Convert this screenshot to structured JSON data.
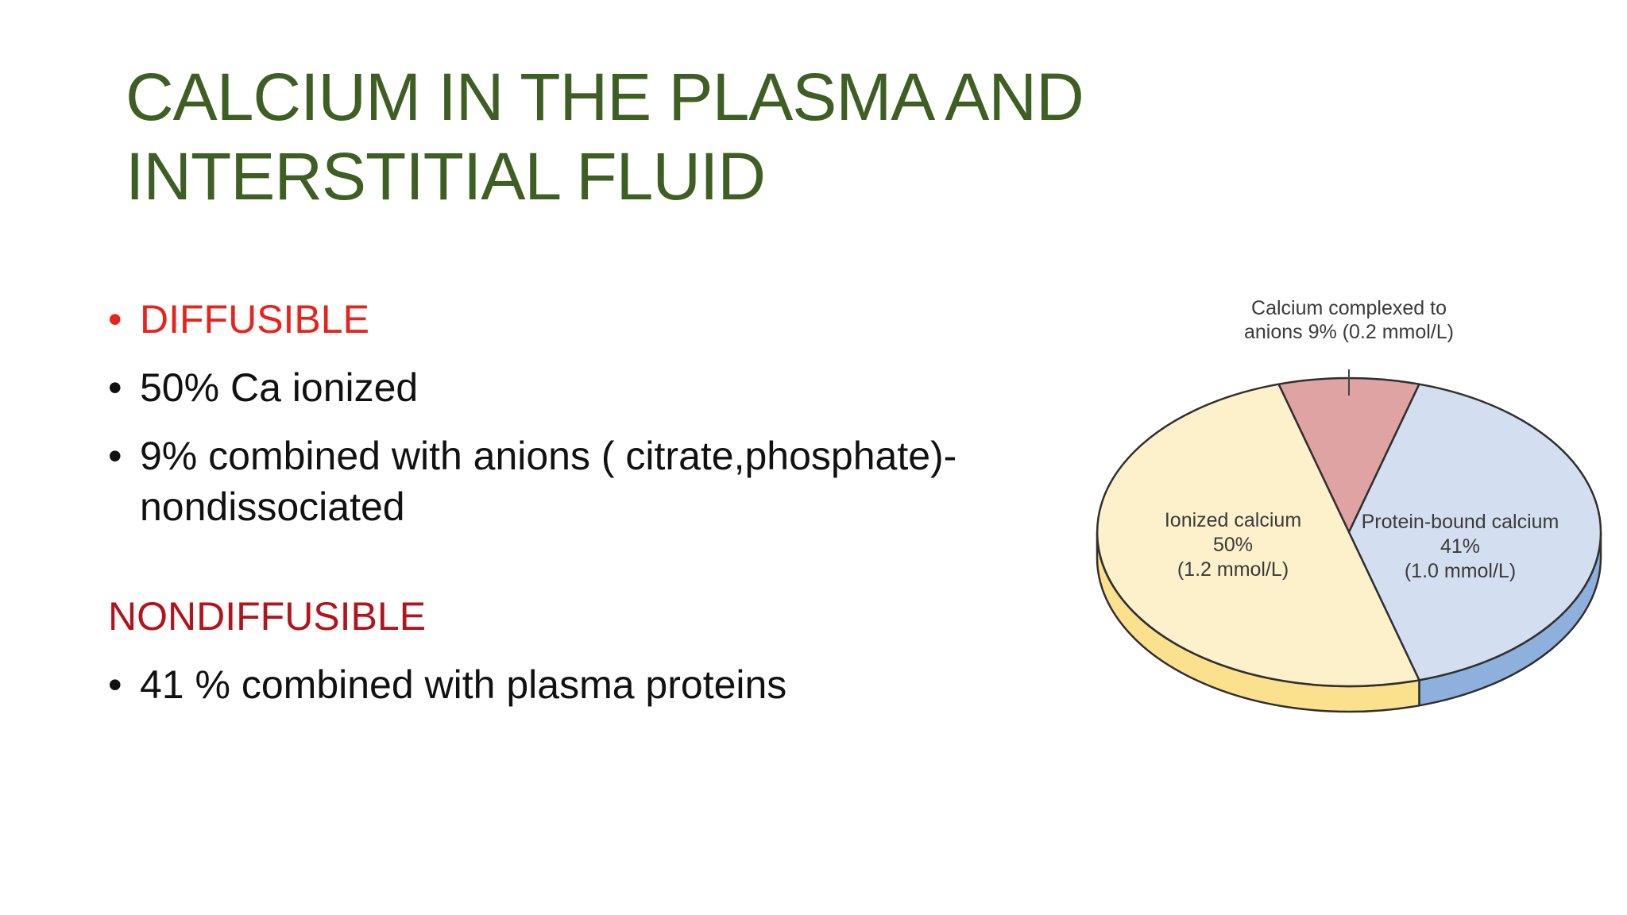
{
  "slide": {
    "title": "CALCIUM IN THE PLASMA AND INTERSTITIAL FLUID"
  },
  "content": {
    "diffusible_heading": "DIFFUSIBLE",
    "diffusible_items": [
      "50% Ca ionized",
      "9% combined with anions ( citrate,phosphate)-nondissociated"
    ],
    "nondiffusible_heading": "NONDIFFUSIBLE",
    "nondiffusible_items": [
      "41 % combined with plasma proteins"
    ],
    "bullet_glyph": "•"
  },
  "colors": {
    "title": "#3e5f23",
    "diffusible": "#e8231c",
    "nondiffusible": "#b3141b"
  },
  "chart_data": {
    "type": "pie",
    "title": "",
    "slices": [
      {
        "label_lines": [
          "Calcium complexed to",
          "anions 9% (0.2 mmol/L)"
        ],
        "percent": 9,
        "value_mmol_per_L": 0.2,
        "color": "#e0a3a3",
        "side_color": "#c98a8a"
      },
      {
        "label_lines": [
          "Protein-bound calcium",
          "41%",
          "(1.0 mmol/L)"
        ],
        "percent": 41,
        "value_mmol_per_L": 1.0,
        "color": "#d3dff0",
        "side_color": "#8eb0dc"
      },
      {
        "label_lines": [
          "Ionized calcium",
          "50%",
          "(1.2 mmol/L)"
        ],
        "percent": 50,
        "value_mmol_per_L": 1.2,
        "color": "#fdf1cc",
        "side_color": "#fbe08e"
      }
    ]
  }
}
